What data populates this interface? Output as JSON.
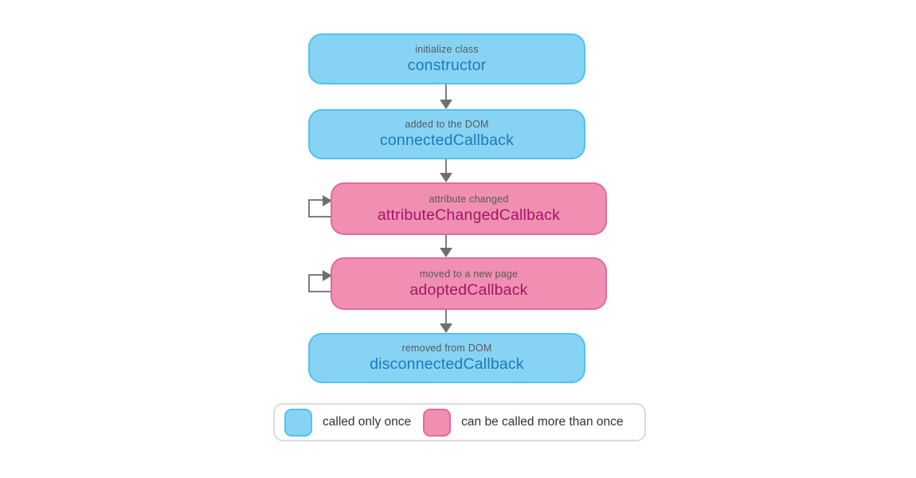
{
  "diagram": {
    "nodes": [
      {
        "id": "constructor",
        "sublabel": "initialize class",
        "label": "constructor",
        "type": "once",
        "self_loop": false
      },
      {
        "id": "connectedCallback",
        "sublabel": "added to the DOM",
        "label": "connectedCallback",
        "type": "once",
        "self_loop": false
      },
      {
        "id": "attributeChangedCallback",
        "sublabel": "attribute changed",
        "label": "attributeChangedCallback",
        "type": "repeat",
        "self_loop": true
      },
      {
        "id": "adoptedCallback",
        "sublabel": "moved to a new page",
        "label": "adoptedCallback",
        "type": "repeat",
        "self_loop": true
      },
      {
        "id": "disconnectedCallback",
        "sublabel": "removed from DOM",
        "label": "disconnectedCallback",
        "type": "once",
        "self_loop": false
      }
    ],
    "edges": [
      {
        "from": "constructor",
        "to": "connectedCallback"
      },
      {
        "from": "connectedCallback",
        "to": "attributeChangedCallback"
      },
      {
        "from": "attributeChangedCallback",
        "to": "adoptedCallback"
      },
      {
        "from": "adoptedCallback",
        "to": "disconnectedCallback"
      }
    ],
    "legend": [
      {
        "swatch": "once",
        "label": "called only once"
      },
      {
        "swatch": "repeat",
        "label": "can be called more than once"
      }
    ],
    "colors": {
      "once_fill": "#87d3f4",
      "once_border": "#4fc3f0",
      "once_text": "#1e79be",
      "repeat_fill": "#f08fb2",
      "repeat_border": "#e8679a",
      "repeat_text": "#a21667",
      "sublabel_text": "#58595b",
      "arrow": "#7d7d7d",
      "legend_border": "#dbdbdb",
      "legend_text": "#333333"
    }
  }
}
